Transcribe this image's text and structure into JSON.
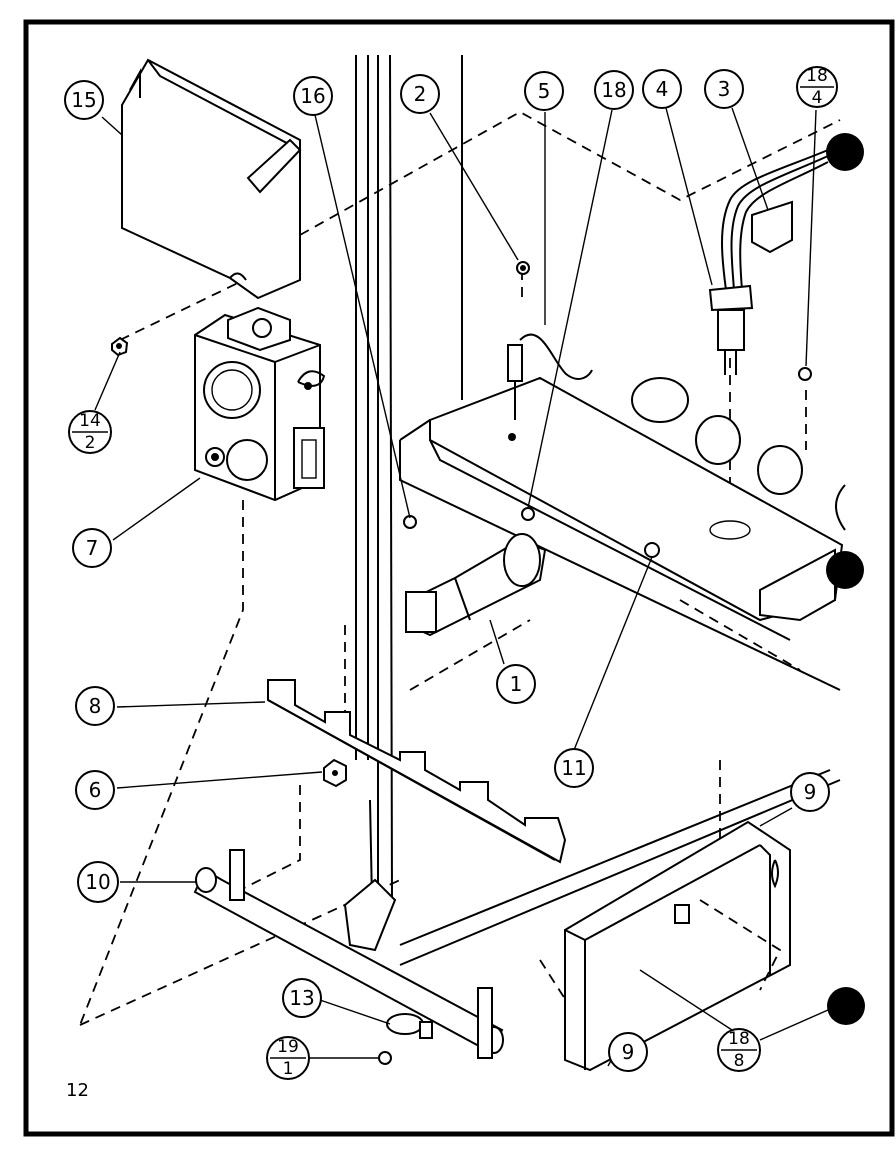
{
  "callouts": {
    "c1": "1",
    "c2": "2",
    "c3": "3",
    "c4": "4",
    "c5": "5",
    "c6": "6",
    "c7": "7",
    "c8": "8",
    "c9a": "9",
    "c9b": "9",
    "c10": "10",
    "c11": "11",
    "c13": "13",
    "c15": "15",
    "c16": "16",
    "c18": "18"
  },
  "fractions": {
    "f18_4": {
      "top": "18",
      "bottom": "4"
    },
    "f14_2": {
      "top": "14",
      "bottom": "2"
    },
    "f19_1": {
      "top": "19",
      "bottom": "1"
    },
    "f18_8": {
      "top": "18",
      "bottom": "8"
    }
  },
  "page_number": "12"
}
